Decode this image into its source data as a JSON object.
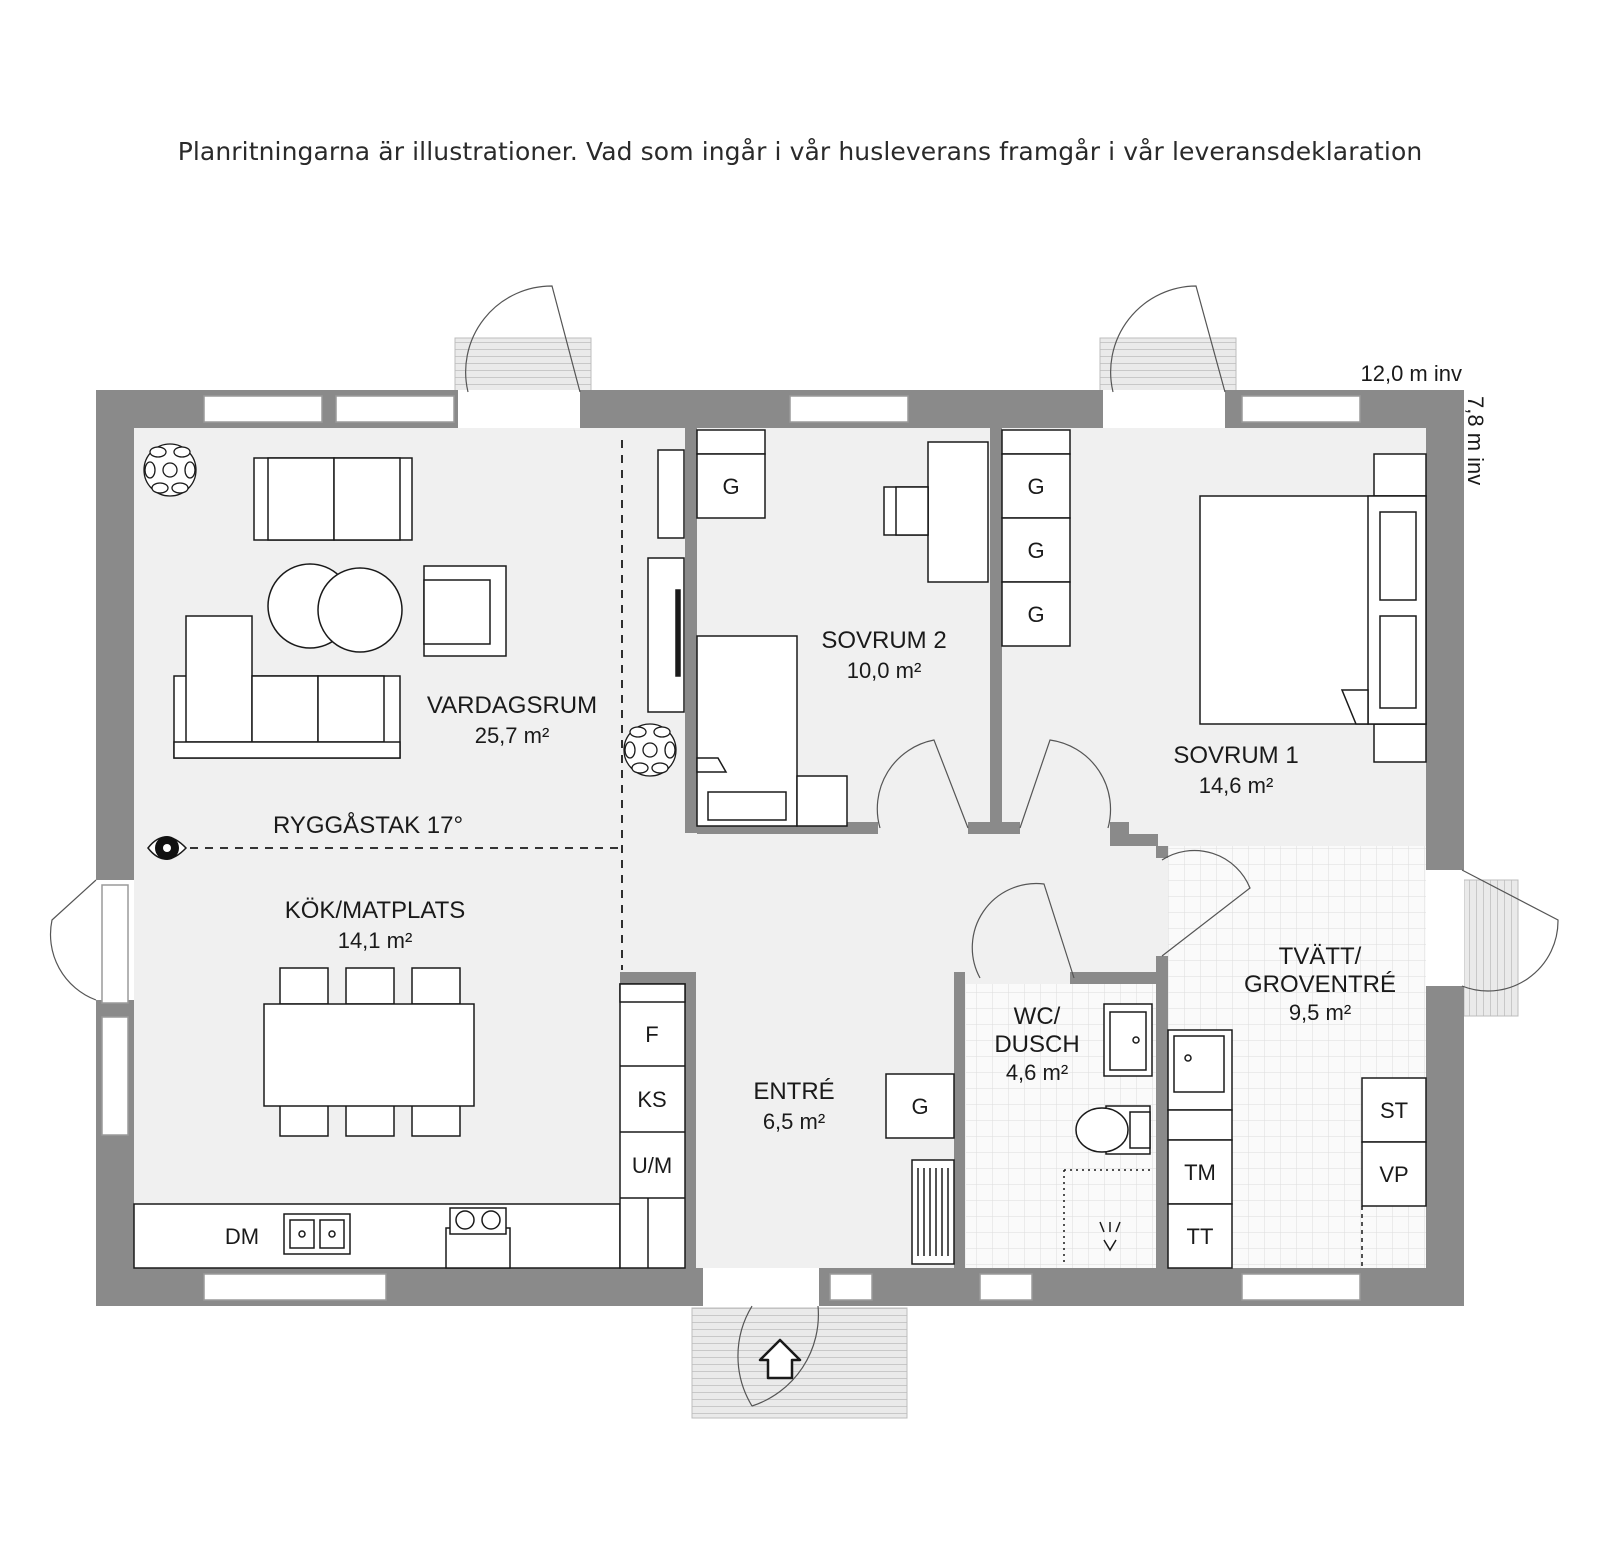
{
  "disclaimer": "Planritningarna är illustrationer. Vad som ingår i vår husleverans framgår i vår leveransdeklaration",
  "dimensions": {
    "width": "12,0 m inv",
    "depth": "7,8 m inv"
  },
  "rooms": {
    "vardagsrum": {
      "name": "VARDAGSRUM",
      "area": "25,7 m²"
    },
    "sovrum2": {
      "name": "SOVRUM 2",
      "area": "10,0 m²"
    },
    "sovrum1": {
      "name": "SOVRUM 1",
      "area": "14,6 m²"
    },
    "kok": {
      "name": "KÖK/MATPLATS",
      "area": "14,1 m²"
    },
    "entre": {
      "name": "ENTRÉ",
      "area": "6,5 m²"
    },
    "wc": {
      "name_line1": "WC/",
      "name_line2": "DUSCH",
      "area": "4,6 m²"
    },
    "tvatt": {
      "name_line1": "TVÄTT/",
      "name_line2": "GROVENTRÉ",
      "area": "9,5 m²"
    }
  },
  "roof_note": "RYGGÅSTAK 17°",
  "fixtures": {
    "wardrobe": "G",
    "fridge": "F",
    "freezer": "KS",
    "oven_micro": "U/M",
    "dishwasher": "DM",
    "tumble_dryer": "TM",
    "washing_machine": "TT",
    "storage": "ST",
    "water_heater": "VP"
  },
  "colors": {
    "wall": "#8a8a8a",
    "floor": "#f0f0f0",
    "line": "#1a1a1a",
    "window": "#ffffff",
    "stoop": "#e8e8e8"
  }
}
